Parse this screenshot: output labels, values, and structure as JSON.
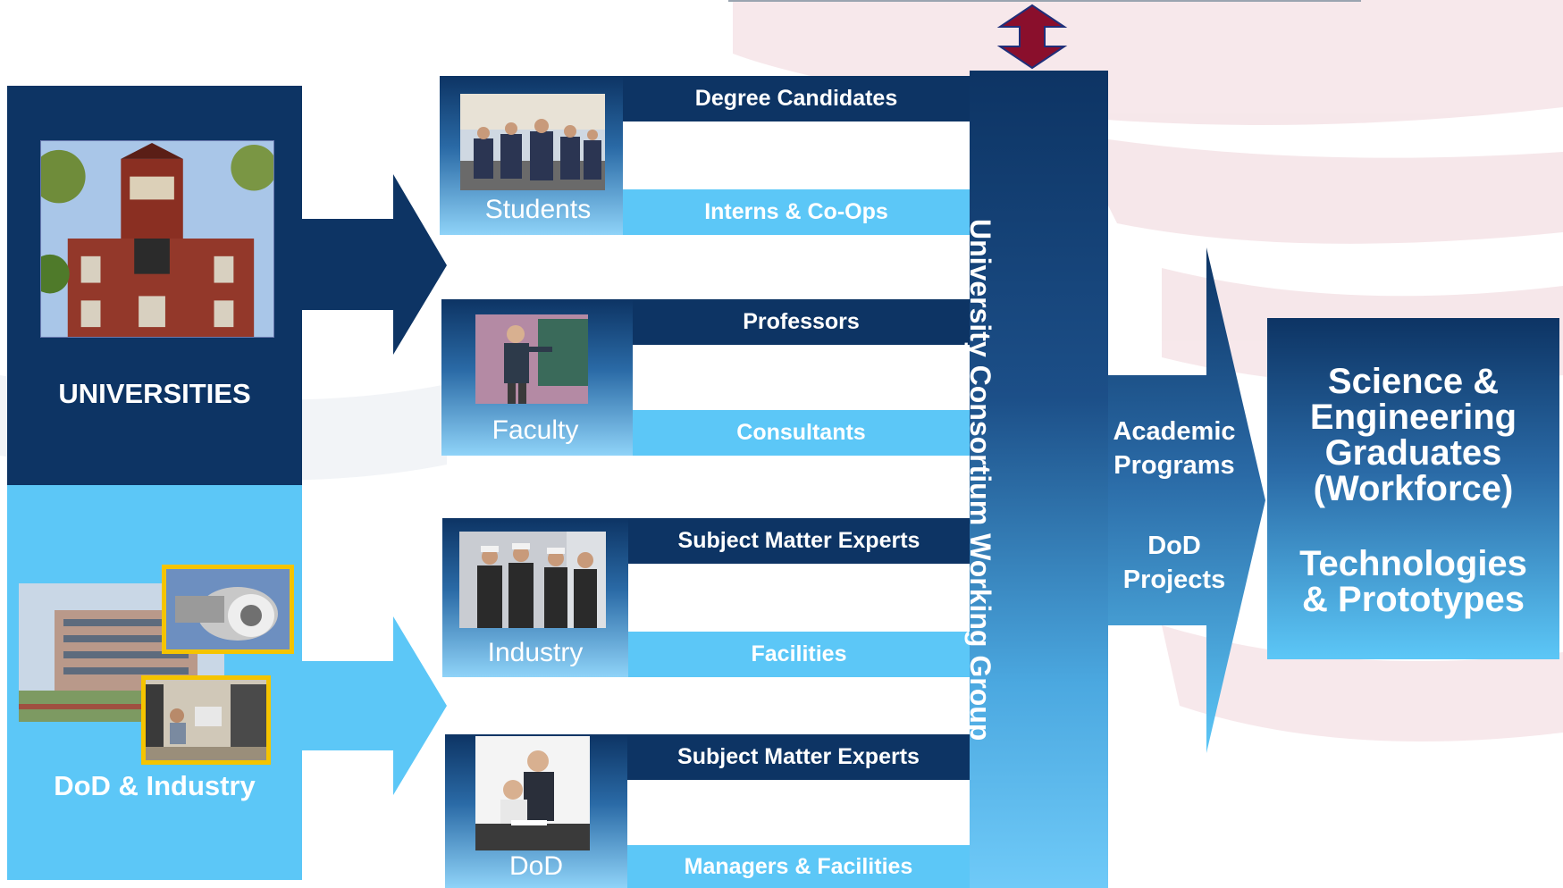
{
  "left": {
    "universities_label": "UNIVERSITIES",
    "dod_industry_label": "DoD & Industry"
  },
  "cards": [
    {
      "label": "Students",
      "top_bar": "Degree Candidates",
      "bottom_bar": "Interns & Co-Ops"
    },
    {
      "label": "Faculty",
      "top_bar": "Professors",
      "bottom_bar": "Consultants"
    },
    {
      "label": "Industry",
      "top_bar": "Subject Matter Experts",
      "bottom_bar": "Facilities"
    },
    {
      "label": "DoD",
      "top_bar": "Subject Matter Experts",
      "bottom_bar": "Managers & Facilities"
    }
  ],
  "center_column": {
    "label": "University Consortium Working Group"
  },
  "arrow_right": {
    "line1": "Academic",
    "line2": "Programs",
    "line3": "DoD",
    "line4": "Projects"
  },
  "outcome": {
    "line1": "Science &",
    "line2": "Engineering",
    "line3": "Graduates",
    "line4": "(Workforce)",
    "line5": "Technologies",
    "line6": "& Prototypes"
  },
  "colors": {
    "navy": "#0d3464",
    "sky": "#5cc7f7",
    "arrow_maroon": "#8a0f2c",
    "photo_frame_yellow": "#f5c400"
  }
}
